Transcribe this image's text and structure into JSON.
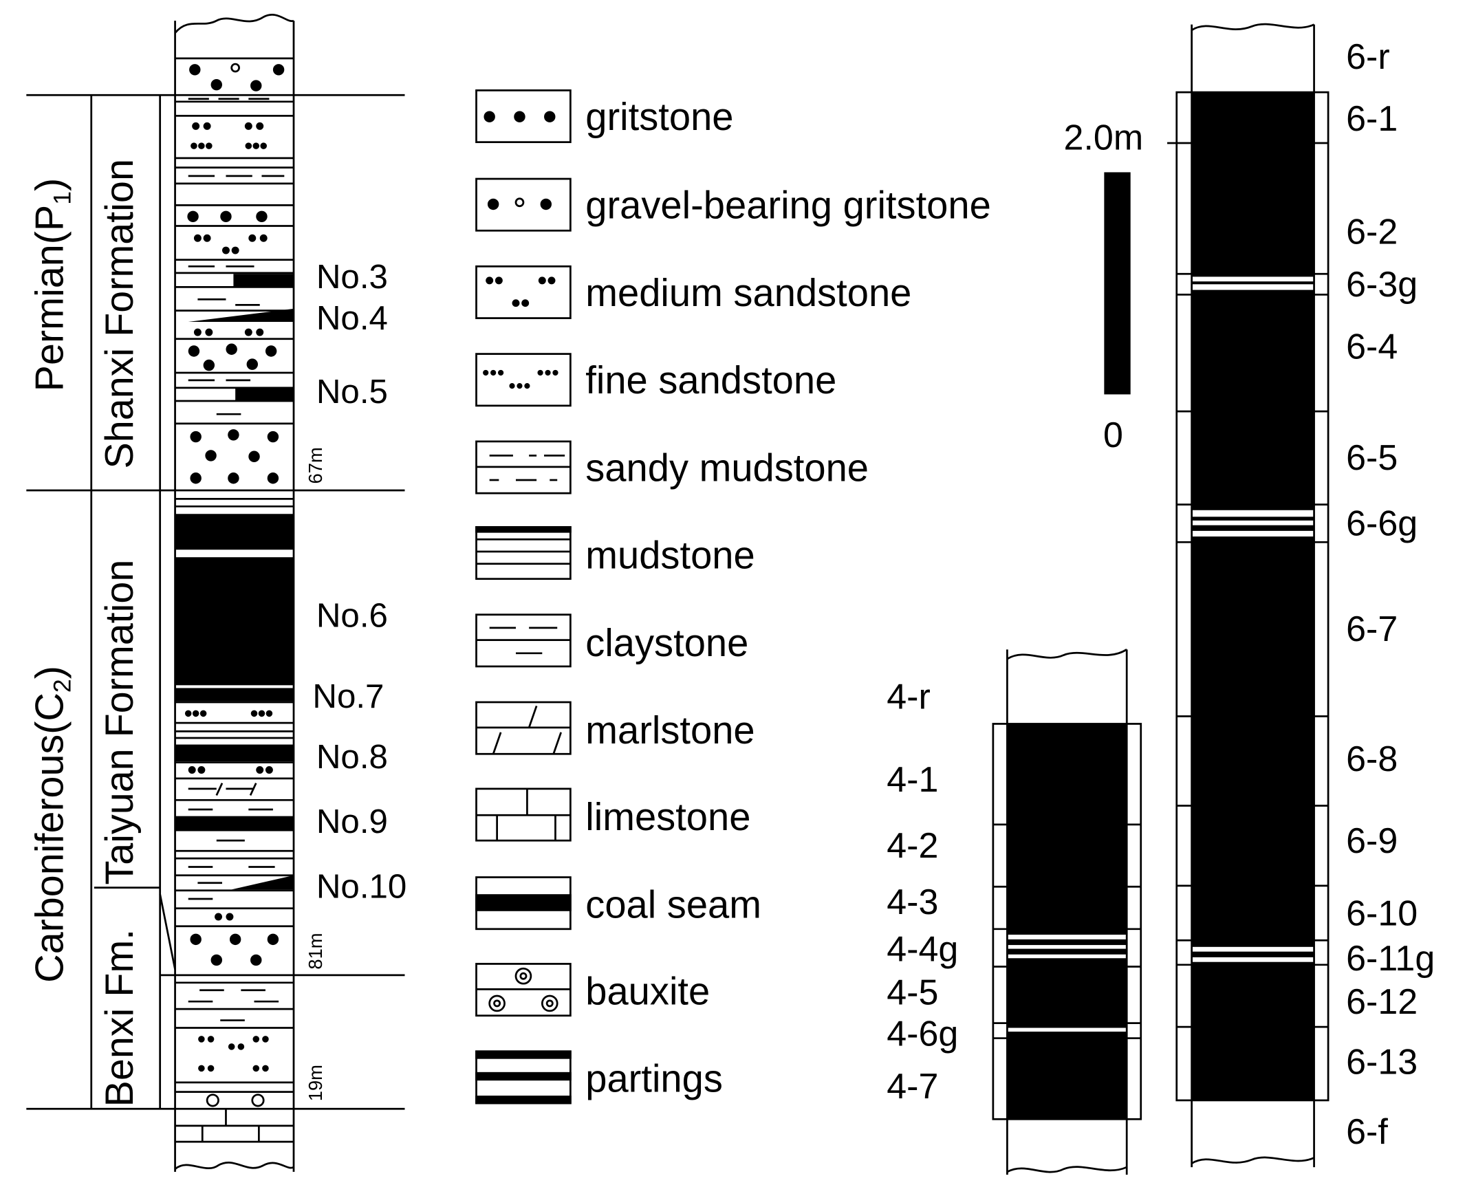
{
  "stratigraphy": {
    "periods": [
      {
        "name": "Permian",
        "sub": "1",
        "prefix": "P"
      },
      {
        "name": "Carboniferous",
        "sub": "2",
        "prefix": "C"
      }
    ],
    "formations": [
      "Shanxi Formation",
      "Taiyuan Formation",
      "Benxi Fm."
    ],
    "seams": [
      "No.3",
      "No.4",
      "No.5",
      "No.6",
      "No.7",
      "No.8",
      "No.9",
      "No.10"
    ],
    "thicknesses": [
      "67m",
      "81m",
      "19m"
    ]
  },
  "legend": [
    {
      "label": "gritstone",
      "pattern": "gritstone"
    },
    {
      "label": "gravel-bearing gritstone",
      "pattern": "gravel-gritstone"
    },
    {
      "label": "medium sandstone",
      "pattern": "medium-sandstone"
    },
    {
      "label": "fine sandstone",
      "pattern": "fine-sandstone"
    },
    {
      "label": "sandy mudstone",
      "pattern": "sandy-mudstone"
    },
    {
      "label": "mudstone",
      "pattern": "mudstone"
    },
    {
      "label": "claystone",
      "pattern": "claystone"
    },
    {
      "label": "marlstone",
      "pattern": "marlstone"
    },
    {
      "label": "limestone",
      "pattern": "limestone"
    },
    {
      "label": "coal seam",
      "pattern": "coal-seam"
    },
    {
      "label": "bauxite",
      "pattern": "bauxite"
    },
    {
      "label": "partings",
      "pattern": "partings"
    }
  ],
  "scale_bar": {
    "top_label": "2.0m",
    "bottom_label": "0"
  },
  "seam4_column": [
    "4-r",
    "4-1",
    "4-2",
    "4-3",
    "4-4g",
    "4-5",
    "4-6g",
    "4-7"
  ],
  "seam6_column": [
    "6-r",
    "6-1",
    "6-2",
    "6-3g",
    "6-4",
    "6-5",
    "6-6g",
    "6-7",
    "6-8",
    "6-9",
    "6-10",
    "6-11g",
    "6-12",
    "6-13",
    "6-f"
  ],
  "colors": {
    "ink": "#000000",
    "paper": "#ffffff"
  }
}
